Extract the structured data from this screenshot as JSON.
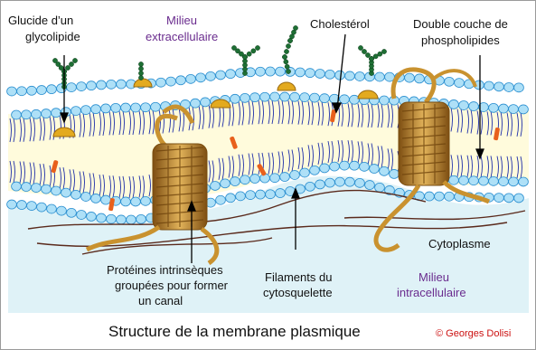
{
  "labels": {
    "glycolipid_line1": "Glucide d’un",
    "glycolipid_line2": "glycolipide",
    "extracellular_line1": "Milieu",
    "extracellular_line2": "extracellulaire",
    "cholesterol": "Cholestérol",
    "bilayer_line1": "Double couche de",
    "bilayer_line2": "phospholipides",
    "cytoplasm": "Cytoplasme",
    "proteins_line1": "Protéines intrinsèques",
    "proteins_line2": "groupées pour former",
    "proteins_line3": "un canal",
    "filaments_line1": "Filaments du",
    "filaments_line2": "cytosquelette",
    "intracellular_line1": "Milieu",
    "intracellular_line2": "intracellulaire"
  },
  "title": "Structure de la membrane plasmique",
  "credit": "© Georges Dolisi",
  "colors": {
    "lipid_head": "#aee0f7",
    "lipid_head_stroke": "#2b8fd0",
    "lipid_tail": "#1f2fa8",
    "core": "#fffbdc",
    "cytoplasm": "#dff2f7",
    "protein": "#c9922f",
    "protein_dark": "#8a5a16",
    "carbohydrate": "#1e6f34",
    "cholesterol": "#e8601c",
    "peripheral_protein": "#e3aa1f",
    "label_purple": "#6a2c8e",
    "credit_red": "#cc1111"
  }
}
